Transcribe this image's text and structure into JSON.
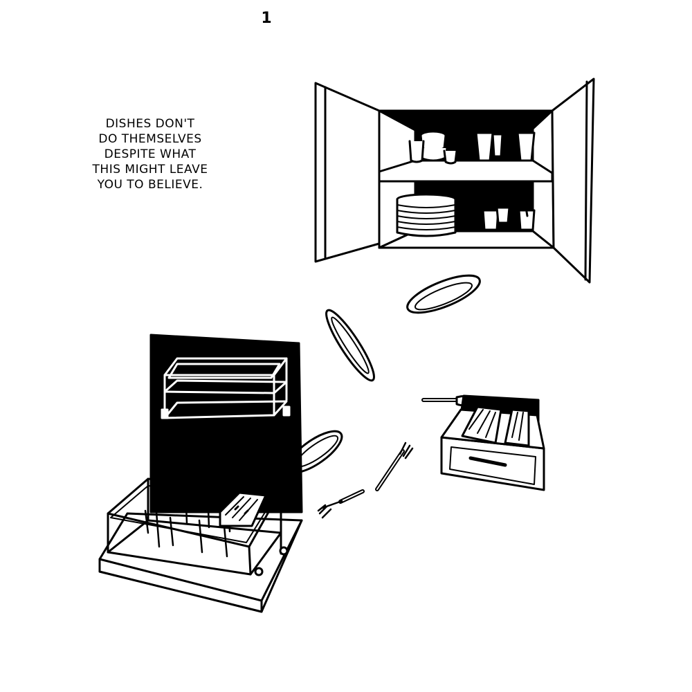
{
  "page_number": "1",
  "caption": {
    "lines": [
      "DISHES DON'T",
      "DO THEMSELVES",
      "DESPITE WHAT",
      "THIS MIGHT LEAVE",
      "YOU TO BELIEVE."
    ]
  },
  "colors": {
    "ink": "#000000",
    "paper": "#ffffff"
  },
  "illustration": {
    "objects": [
      "open-cabinet",
      "flying-plates",
      "flying-forks",
      "cutlery-drawer",
      "open-dishwasher"
    ]
  }
}
